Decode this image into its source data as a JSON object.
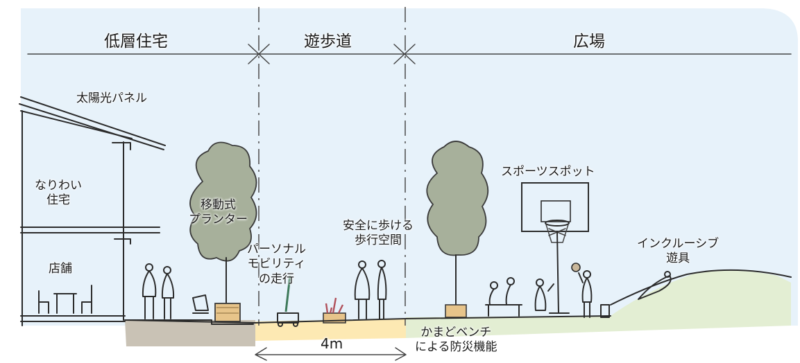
{
  "zones": {
    "lowrise": "低層住宅",
    "promenade": "遊歩道",
    "plaza": "広場"
  },
  "labels": {
    "solar": "太陽光パネル",
    "nariwai": [
      "なりわい",
      "住宅"
    ],
    "shop": "店舗",
    "planter": [
      "移動式",
      "プランター"
    ],
    "mobility": [
      "パーソナル",
      "モビリティ",
      "の走行"
    ],
    "safe_walk": [
      "安全に歩ける",
      "歩行空間"
    ],
    "sports": "スポーツスポット",
    "inclusive": [
      "インクルーシブ",
      "遊具"
    ],
    "bench": [
      "かまどベンチ",
      "による防災機能"
    ]
  },
  "dimension": "4m",
  "colors": {
    "sky": "#e7f2fa",
    "tree": "#a7b09b",
    "plaza_ground": "#e3eed3",
    "path_ground": "#fde9b3",
    "house_ground": "#c9c2b5",
    "line": "#2b2b2b"
  }
}
